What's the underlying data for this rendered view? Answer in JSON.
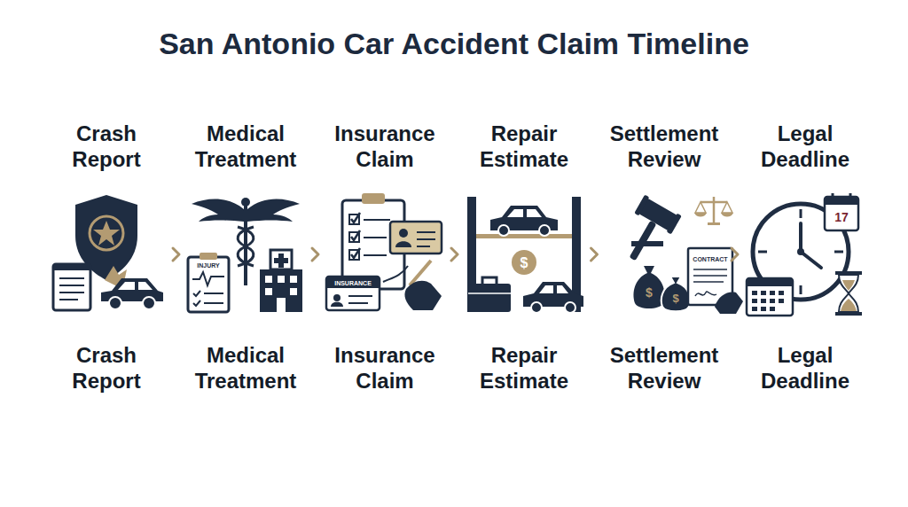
{
  "diagram": {
    "title": "San Antonio Car Accident Claim Timeline",
    "nodes": [
      {
        "text": [
          "Crash Report",
          "Crash Report"
        ]
      },
      {
        "text": [
          "Medical Treatment",
          "Medical Treatment"
        ]
      },
      {
        "text": [
          "Insurance Claim",
          "Insurance Claim"
        ]
      },
      {
        "text": [
          "Repair Estimate",
          "Repair Estimate"
        ]
      },
      {
        "text": [
          "Settlement Review",
          "Settlement Review"
        ]
      },
      {
        "text": [
          "Legal Deadline",
          "Legal Deadline"
        ]
      }
    ],
    "edges": [
      {
        "from": 0,
        "to": 1,
        "arrow": "to"
      },
      {
        "from": 1,
        "to": 2,
        "arrow": "to"
      },
      {
        "from": 2,
        "to": 3,
        "arrow": "to"
      },
      {
        "from": 3,
        "to": 4,
        "arrow": "to"
      },
      {
        "from": 4,
        "to": 5,
        "arrow": "to"
      }
    ],
    "labels": [
      "INJURY",
      "INSURANCE",
      "$",
      "$",
      "$",
      "CONTRACT",
      "17"
    ]
  }
}
